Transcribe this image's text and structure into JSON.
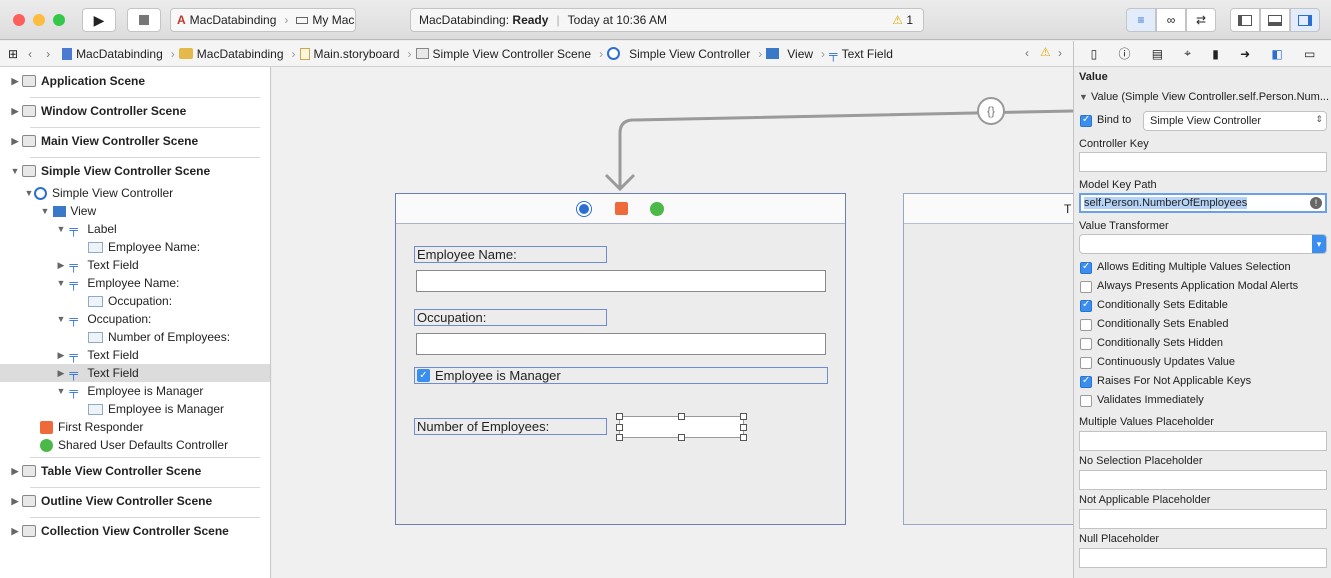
{
  "toolbar": {
    "scheme_app": "MacDatabinding",
    "scheme_dest": "My Mac",
    "status_app": "MacDatabinding:",
    "status_state": "Ready",
    "status_time": "Today at 10:36 AM",
    "warning_count": "1"
  },
  "breadcrumb": [
    "MacDatabinding",
    "MacDatabinding",
    "Main.storyboard",
    "Simple View Controller Scene",
    "Simple View Controller",
    "View",
    "Text Field"
  ],
  "navigator": {
    "scenes_top": [
      "Application Scene",
      "Window Controller Scene",
      "Main View Controller Scene",
      "Simple View Controller Scene"
    ],
    "tree": {
      "controller": "Simple View Controller",
      "view": "View",
      "label1": "Label",
      "label1_text": "Employee Name:",
      "text_field1": "Text Field",
      "label2": "Employee Name:",
      "label2_text": "Occupation:",
      "label3": "Occupation:",
      "label3_text": "Number of Employees:",
      "text_field2": "Text Field",
      "text_field3": "Text Field",
      "checkbox": "Employee is Manager",
      "checkbox_text": "Employee is Manager",
      "first_responder": "First Responder",
      "shared_defaults": "Shared User Defaults Controller"
    },
    "scenes_bottom": [
      "Table View Controller Scene",
      "Outline View Controller Scene",
      "Collection View Controller Scene"
    ]
  },
  "canvas": {
    "binding_badge": "{}",
    "employee_name_label": "Employee Name:",
    "occupation_label": "Occupation:",
    "manager_checkbox_label": "Employee is Manager",
    "manager_checked": true,
    "num_employees_label": "Number of Employees:",
    "second_scene_title": "T"
  },
  "inspector": {
    "section": "Value",
    "binding_summary": "Value (Simple View Controller.self.Person.Num...",
    "bind_to_label": "Bind to",
    "bind_to_checked": true,
    "bind_to_value": "Simple View Controller",
    "controller_key_label": "Controller Key",
    "controller_key_value": "",
    "model_key_path_label": "Model Key Path",
    "model_key_path_value": "self.Person.NumberOfEmployees",
    "value_transformer_label": "Value Transformer",
    "value_transformer_value": "",
    "options": [
      {
        "label": "Allows Editing Multiple Values Selection",
        "checked": true
      },
      {
        "label": "Always Presents Application Modal Alerts",
        "checked": false
      },
      {
        "label": "Conditionally Sets Editable",
        "checked": true
      },
      {
        "label": "Conditionally Sets Enabled",
        "checked": false
      },
      {
        "label": "Conditionally Sets Hidden",
        "checked": false
      },
      {
        "label": "Continuously Updates Value",
        "checked": false
      },
      {
        "label": "Raises For Not Applicable Keys",
        "checked": true
      },
      {
        "label": "Validates Immediately",
        "checked": false
      }
    ],
    "placeholders": [
      {
        "label": "Multiple Values Placeholder",
        "value": ""
      },
      {
        "label": "No Selection Placeholder",
        "value": ""
      },
      {
        "label": "Not Applicable Placeholder",
        "value": ""
      },
      {
        "label": "Null Placeholder",
        "value": ""
      }
    ]
  }
}
